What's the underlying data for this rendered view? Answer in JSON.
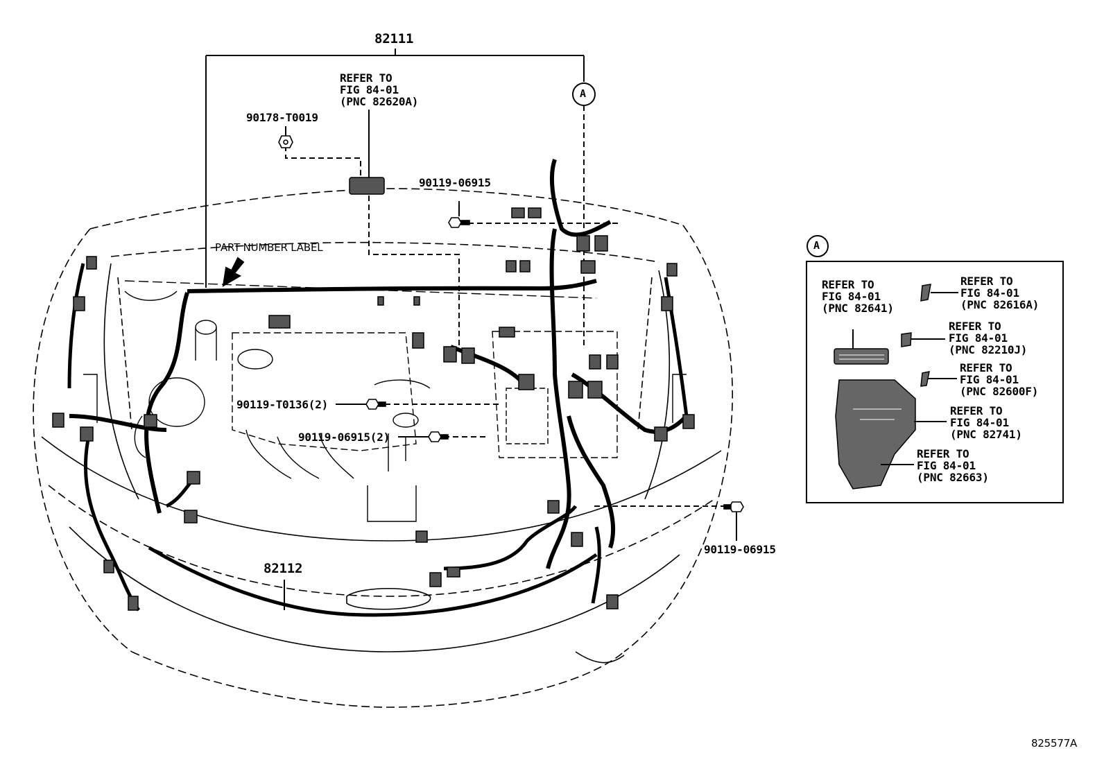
{
  "parts": {
    "main_harness": "82111",
    "lower_harness": "82112",
    "nut_top": "90178-T0019",
    "bolt_top": "90119-06915",
    "bolt_t0136": "90119-T0136(2)",
    "bolt_06915_2": "90119-06915(2)",
    "bolt_right": "90119-06915"
  },
  "refs": {
    "top": [
      "REFER TO",
      "FIG 84-01",
      "(PNC 82620A)"
    ],
    "r1": [
      "REFER TO",
      "FIG 84-01",
      "(PNC 82641)"
    ],
    "r2": [
      "REFER TO",
      "FIG 84-01",
      "(PNC 82616A)"
    ],
    "r3": [
      "REFER TO",
      "FIG 84-01",
      "(PNC 82210J)"
    ],
    "r4": [
      "REFER TO",
      "FIG 84-01",
      "(PNC 82600F)"
    ],
    "r5": [
      "REFER TO",
      "FIG 84-01",
      "(PNC 82741)"
    ],
    "r6": [
      "REFER TO",
      "FIG 84-01",
      "(PNC 82663)"
    ]
  },
  "part_number_label": "PART NUMBER LABEL",
  "callout_letter": "A",
  "inset_letter": "A",
  "figure_id": "825577A"
}
